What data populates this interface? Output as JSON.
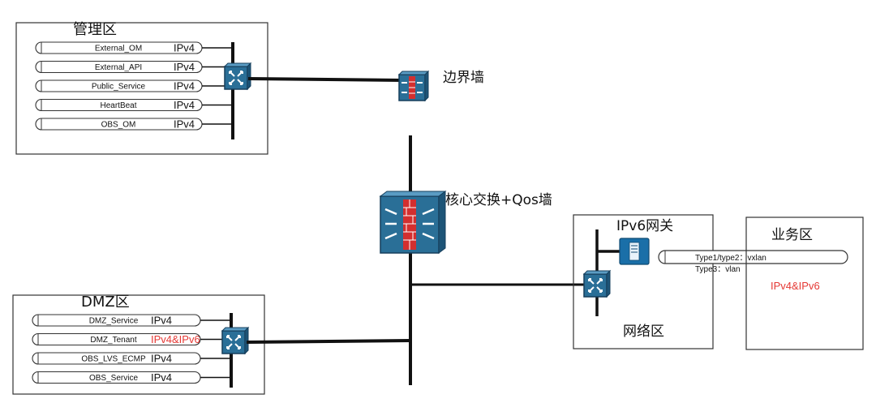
{
  "colors": {
    "device_blue": "#2a6f97",
    "device_dark": "#163f5c",
    "firewall_red": "#d32f2f",
    "accent_red": "#e53935",
    "line": "#111111"
  },
  "zones": {
    "management": {
      "title": "管理区",
      "rows": [
        {
          "name": "External_OM",
          "tag": "IPv4"
        },
        {
          "name": "External_API",
          "tag": "IPv4"
        },
        {
          "name": "Public_Service",
          "tag": "IPv4"
        },
        {
          "name": "HeartBeat",
          "tag": "IPv4"
        },
        {
          "name": "OBS_OM",
          "tag": "IPv4"
        }
      ]
    },
    "dmz": {
      "title": "DMZ区",
      "rows": [
        {
          "name": "DMZ_Service",
          "tag": "IPv4"
        },
        {
          "name": "DMZ_Tenant",
          "tag": "IPv4&IPv6"
        },
        {
          "name": "OBS_LVS_ECMP",
          "tag": "IPv4"
        },
        {
          "name": "OBS_Service",
          "tag": "IPv4"
        }
      ]
    },
    "network": {
      "title": "网络区",
      "gateway_label": "IPv6网关",
      "vxlan_line1": "Type1/type2：vxlan",
      "vxlan_line2": "Type3：vlan"
    },
    "business": {
      "title": "业务区",
      "ip_label": "IPv4&IPv6"
    }
  },
  "devices": {
    "border_firewall": "边界墙",
    "core_switch": "核心交换+Qos墙"
  }
}
